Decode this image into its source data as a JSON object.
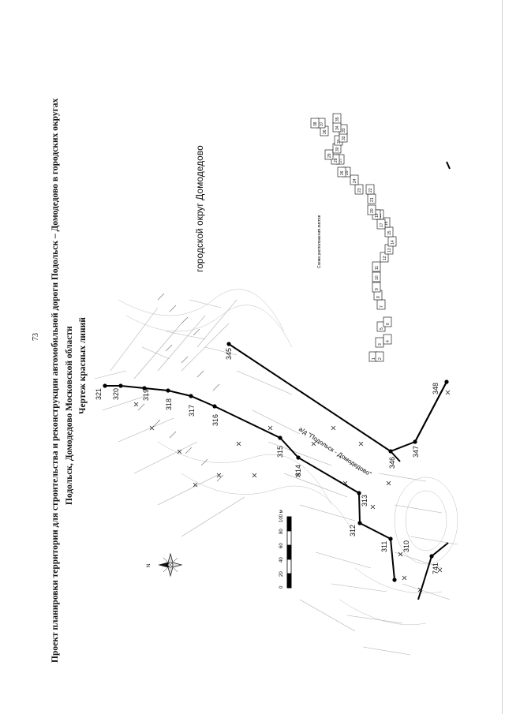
{
  "page_number": "73",
  "title": {
    "line1": "Проект планировки территории для строительства и реконструкции автомобильной дороги Подольск – Домодедово в городских округах",
    "line2": "Подольск, Домодедово Московской области",
    "line3": "Чертеж красных линий"
  },
  "district_label": "городской округ Домодедово",
  "road_label": "а/д \"Подольск - Домодедово\"",
  "scheme": {
    "title": "Схема расположения листов",
    "sheets": [
      "1",
      "2",
      "3",
      "4",
      "5",
      "6",
      "7",
      "8",
      "9",
      "10",
      "11",
      "12",
      "13",
      "14",
      "15",
      "16",
      "17",
      "18",
      "19",
      "20",
      "21",
      "22",
      "23",
      "24",
      "25",
      "26",
      "27",
      "28",
      "29",
      "30",
      "31",
      "32",
      "33",
      "34",
      "35",
      "36",
      "37",
      "38"
    ]
  },
  "scale_bar": {
    "ticks": [
      "0",
      "20",
      "40",
      "60",
      "80",
      "100 м"
    ]
  },
  "north_label": "N",
  "points": [
    "321",
    "320",
    "319",
    "318",
    "317",
    "316",
    "315",
    "314",
    "313",
    "312",
    "311",
    "310",
    "741",
    "345",
    "346",
    "347",
    "348"
  ]
}
